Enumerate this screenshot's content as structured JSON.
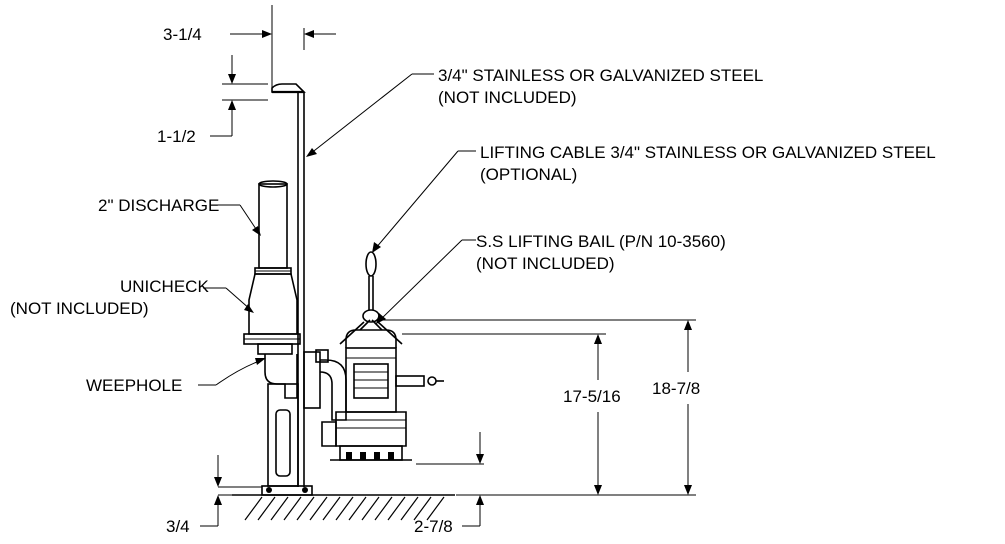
{
  "dimensions": {
    "clearance_top": "3-1/4",
    "bracket_height": "1-1/2",
    "floor_clearance": "3/4",
    "pump_base_offset": "2-7/8",
    "switch_height": "17-5/16",
    "overall_height": "18-7/8"
  },
  "callouts": {
    "pipe_line1": "3/4\" STAINLESS OR GALVANIZED STEEL",
    "pipe_line2": "(NOT INCLUDED)",
    "cable_line1": "LIFTING CABLE 3/4\" STAINLESS OR GALVANIZED STEEL",
    "cable_line2": "(OPTIONAL)",
    "bail_line1": "S.S LIFTING BAIL (P/N 10-3560)",
    "bail_line2": "(NOT INCLUDED)",
    "discharge": "2\" DISCHARGE",
    "unicheck_line1": "UNICHECK",
    "unicheck_line2": "(NOT INCLUDED)",
    "weephole": "WEEPHOLE"
  }
}
